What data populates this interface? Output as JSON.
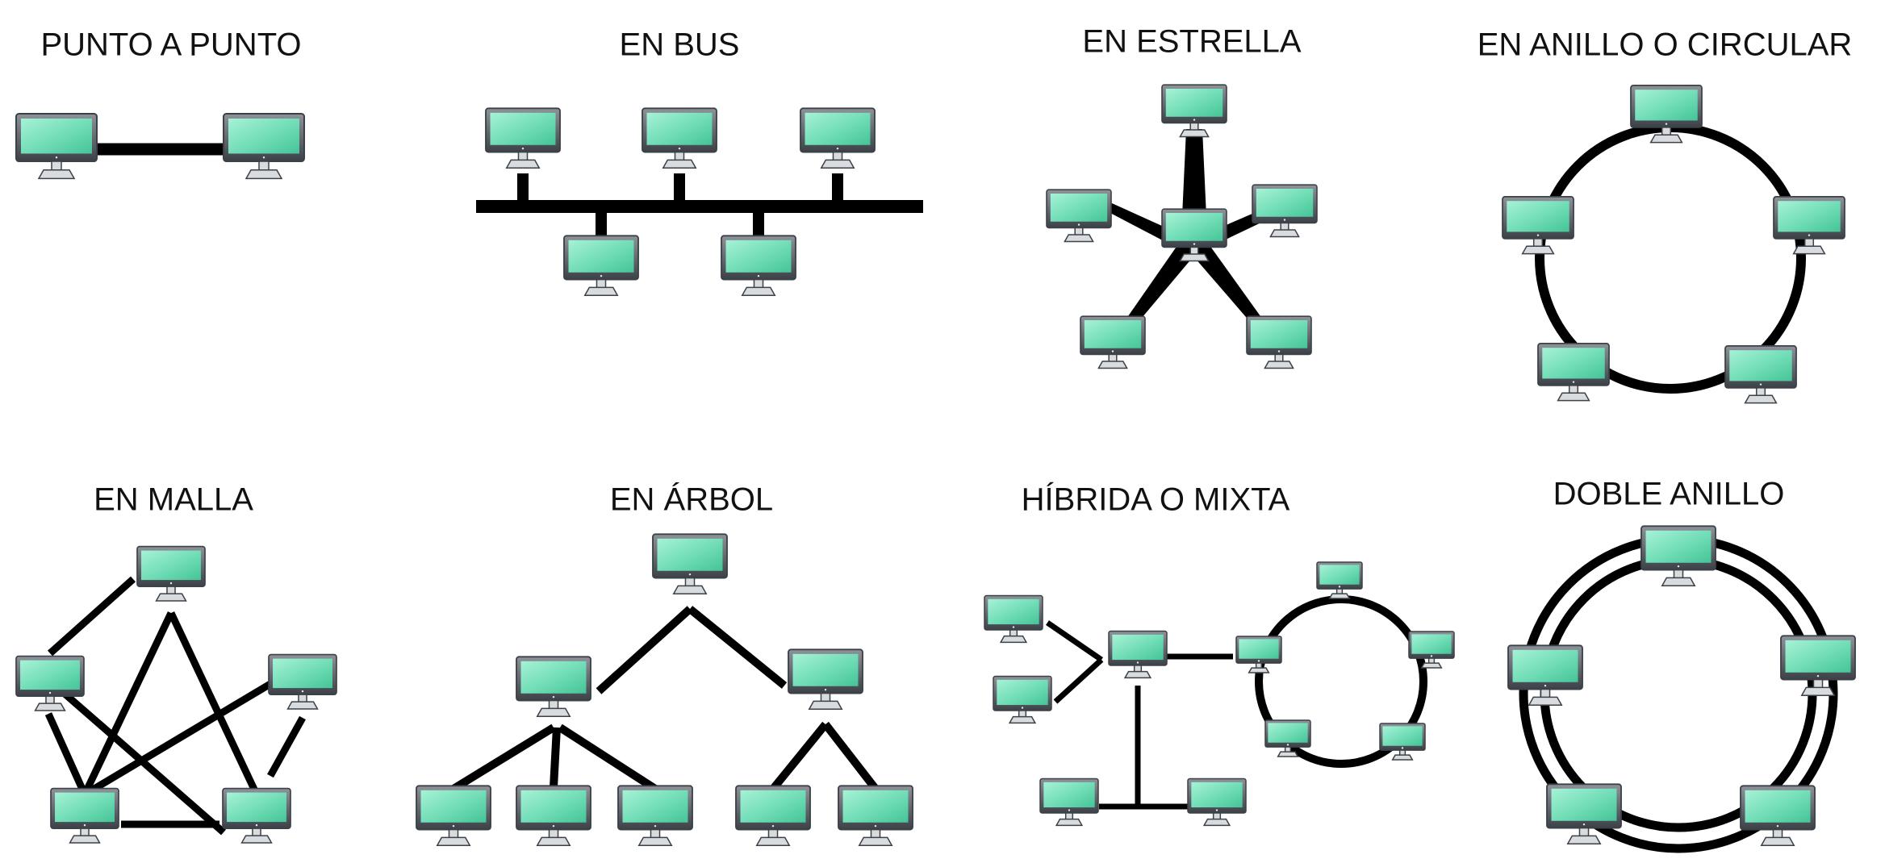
{
  "colors": {
    "background": "#ffffff",
    "link": "#000000",
    "screen_light": "#a6f2d6",
    "screen": "#6fdcb6",
    "screen_dark": "#45c497",
    "bezel": "#3c4147",
    "bezel_light": "#8d9399",
    "stand": "#d9dcdf",
    "title_text": "#111111"
  },
  "icons": {
    "node": "computer-monitor-icon"
  },
  "topologies": [
    {
      "id": "punto-a-punto",
      "title": "PUNTO A PUNTO",
      "nodes": 2
    },
    {
      "id": "bus",
      "title": "EN BUS",
      "nodes": 5
    },
    {
      "id": "estrella",
      "title": "EN ESTRELLA",
      "nodes": 6
    },
    {
      "id": "anillo",
      "title": "EN ANILLO O CIRCULAR",
      "nodes": 5
    },
    {
      "id": "malla",
      "title": "EN MALLA",
      "nodes": 5
    },
    {
      "id": "arbol",
      "title": "EN ÁRBOL",
      "nodes": 8
    },
    {
      "id": "hibrida",
      "title": "HÍBRIDA O MIXTA",
      "nodes": 10
    },
    {
      "id": "doble-anillo",
      "title": "DOBLE ANILLO",
      "nodes": 5
    }
  ]
}
